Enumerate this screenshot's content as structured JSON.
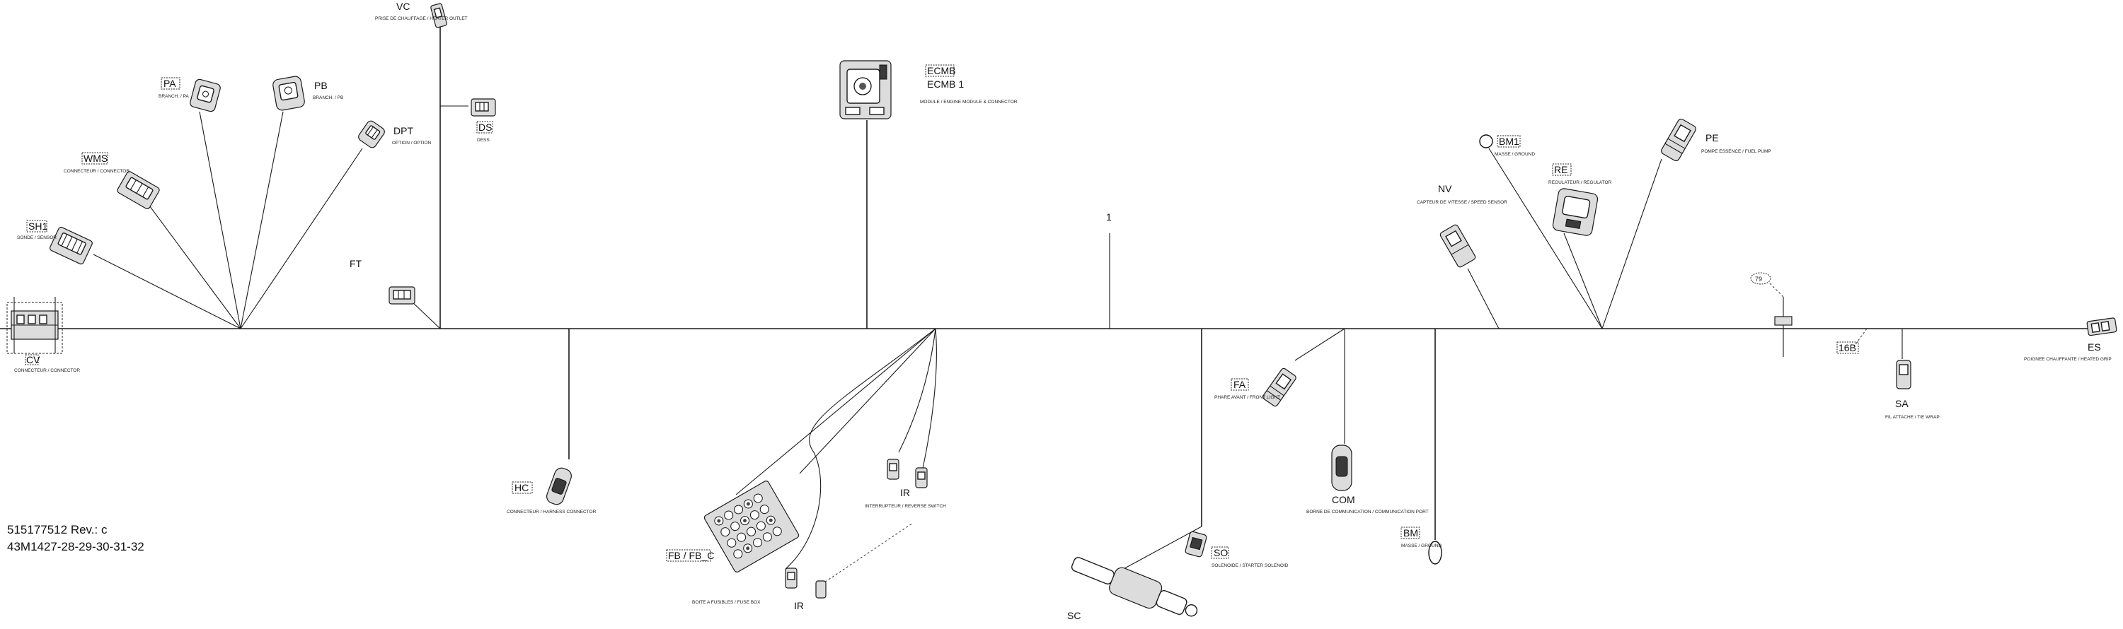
{
  "diagram": {
    "part_number": "515177512 Rev.: c",
    "model_code": "43M1427-28-29-30-31-32",
    "center_marker": "1",
    "labels": {
      "VC": "VC",
      "VC_desc": "PRISE DE CHAUFFAGE / HEATER OUTLET",
      "PA": "PA",
      "PA_desc": "BRANCH. / PA",
      "PB": "PB",
      "PB_desc": "BRANCH. / PB",
      "DPT": "DPT",
      "DPT_desc": "OPTION / OPTION",
      "DS": "DS",
      "DS_desc": "DESS",
      "WMS": "WMS",
      "WMS_desc": "CONNECTEUR / CONNECTOR",
      "SH1": "SH1",
      "SH1_desc": "SONDE / SENSOR",
      "FT": "FT",
      "CV": "CV",
      "CV_desc": "CONNECTEUR / CONNECTOR",
      "ECMB": "ECMB",
      "ECMB1": "ECMB 1",
      "ECMB_desc": "MODULE / ENGINE MODULE & CONNECTOR",
      "NV": "NV",
      "NV_desc": "CAPTEUR DE VITESSE / SPEED SENSOR",
      "BM1": "BM1",
      "BM1_desc": "MASSE / GROUND",
      "RE": "RE",
      "RE_desc": "REGULATEUR / REGULATOR",
      "PE": "PE",
      "PE_desc": "POMPE ESSENCE / FUEL PUMP",
      "T79": "79",
      "T16B": "16B",
      "ES": "ES",
      "ES_desc": "POIGNEE CHAUFFANTE / HEATED GRIP",
      "SA": "SA",
      "SA_desc": "FIL ATTACHE / TIE WRAP",
      "HC": "HC",
      "HC_desc": "CONNECTEUR / HARNESS CONNECTOR",
      "FB": "FB / FB_C",
      "FB_desc": "BOITE A FUSIBLES / FUSE BOX",
      "IR_top": "IR",
      "IR_desc": "INTERRUPTEUR / REVERSE SWITCH",
      "IR_bottom": "IR",
      "FA": "FA",
      "FA_desc": "PHARE AVANT / FRONT LIGHT",
      "COM": "COM",
      "COM_desc": "BORNE DE COMMUNICATION / COMMUNICATION PORT",
      "BM": "BM",
      "BM_desc": "MASSE / GROUND",
      "SO": "SO",
      "SO_desc": "SOLENOIDE / STARTER SOLENOID",
      "SC": "SC"
    }
  }
}
